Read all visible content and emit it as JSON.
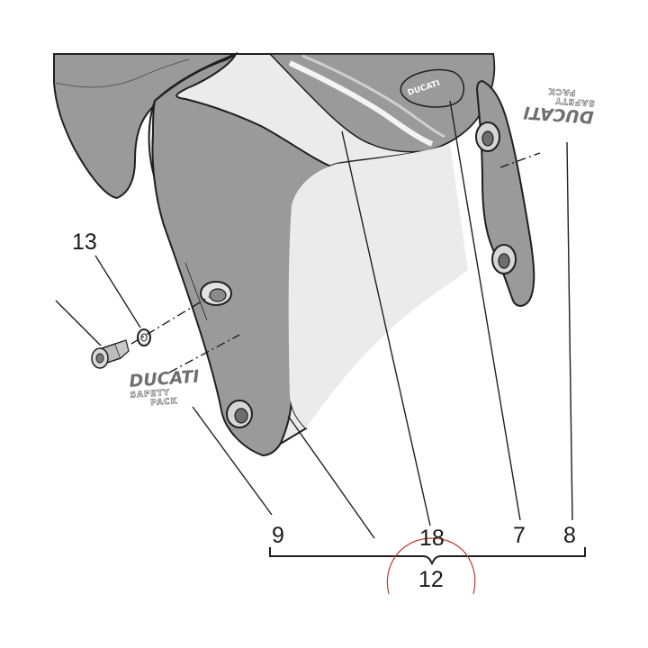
{
  "callouts": {
    "c13": "13",
    "c9": "9",
    "c18": "18",
    "c7": "7",
    "c8": "8",
    "c12": "12"
  },
  "decals": {
    "brand": "DUCATI",
    "sub_line_1": "SAFETY",
    "sub_line_2": "PACK",
    "badge": "DUCATI"
  },
  "colors": {
    "fender_dark": "#9a9a9a",
    "fender_light": "#ebebeb",
    "outline": "#1f1f1f",
    "highlight_arc": "#c0392b"
  }
}
